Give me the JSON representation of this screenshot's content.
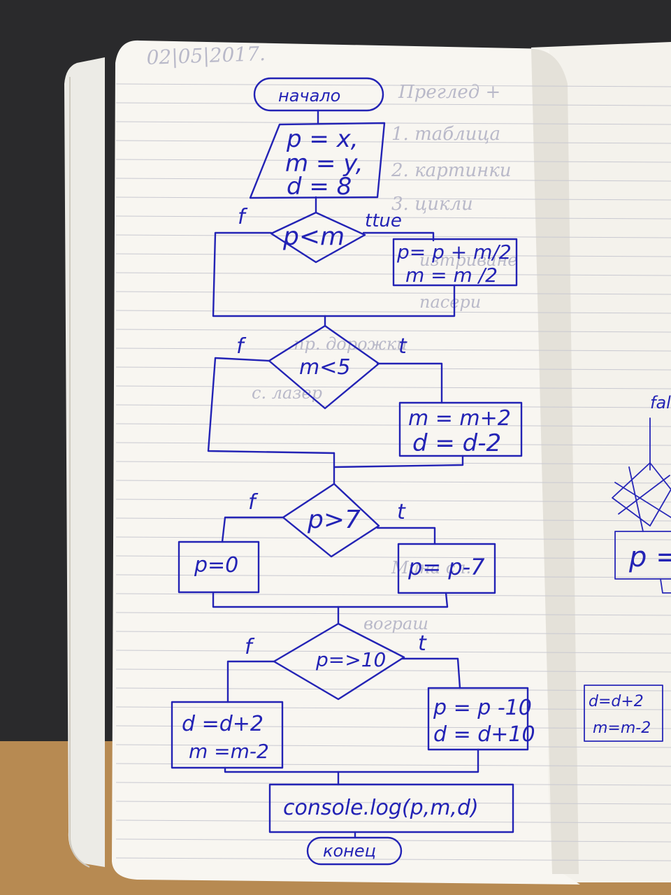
{
  "flowchart": {
    "start": "начало",
    "input": [
      "p = x,",
      "m = y,",
      "d = 8"
    ],
    "decision1": {
      "condition": "p<m",
      "false_label": "f",
      "true_label": "ttue",
      "true_action": [
        "p= p + m/2",
        "m = m /2"
      ]
    },
    "decision2": {
      "condition": "m<5",
      "false_label": "f",
      "true_label": "t",
      "true_action": [
        "m = m+2",
        "d = d-2"
      ]
    },
    "decision3": {
      "condition": "p>7",
      "false_label": "f",
      "true_label": "t",
      "false_action": [
        "p=0"
      ],
      "true_action": [
        "p= p-7"
      ]
    },
    "decision4": {
      "condition": "p=>10",
      "false_label": "f",
      "true_label": "t",
      "false_action": [
        "d =d+2",
        "m =m-2"
      ],
      "true_action": [
        "p = p -10",
        "d = d+10"
      ]
    },
    "output": "console.log(p,m,d)",
    "end": "конец"
  },
  "right_page": {
    "fragment_label": "fal",
    "fragment_box": "p =",
    "fragment_action": [
      "d=d+2",
      "m=m-2"
    ]
  },
  "colors": {
    "ink": "#2323b5",
    "paper": "#f7f5f0",
    "background": "#2a2a2c",
    "table": "#b78a52"
  }
}
